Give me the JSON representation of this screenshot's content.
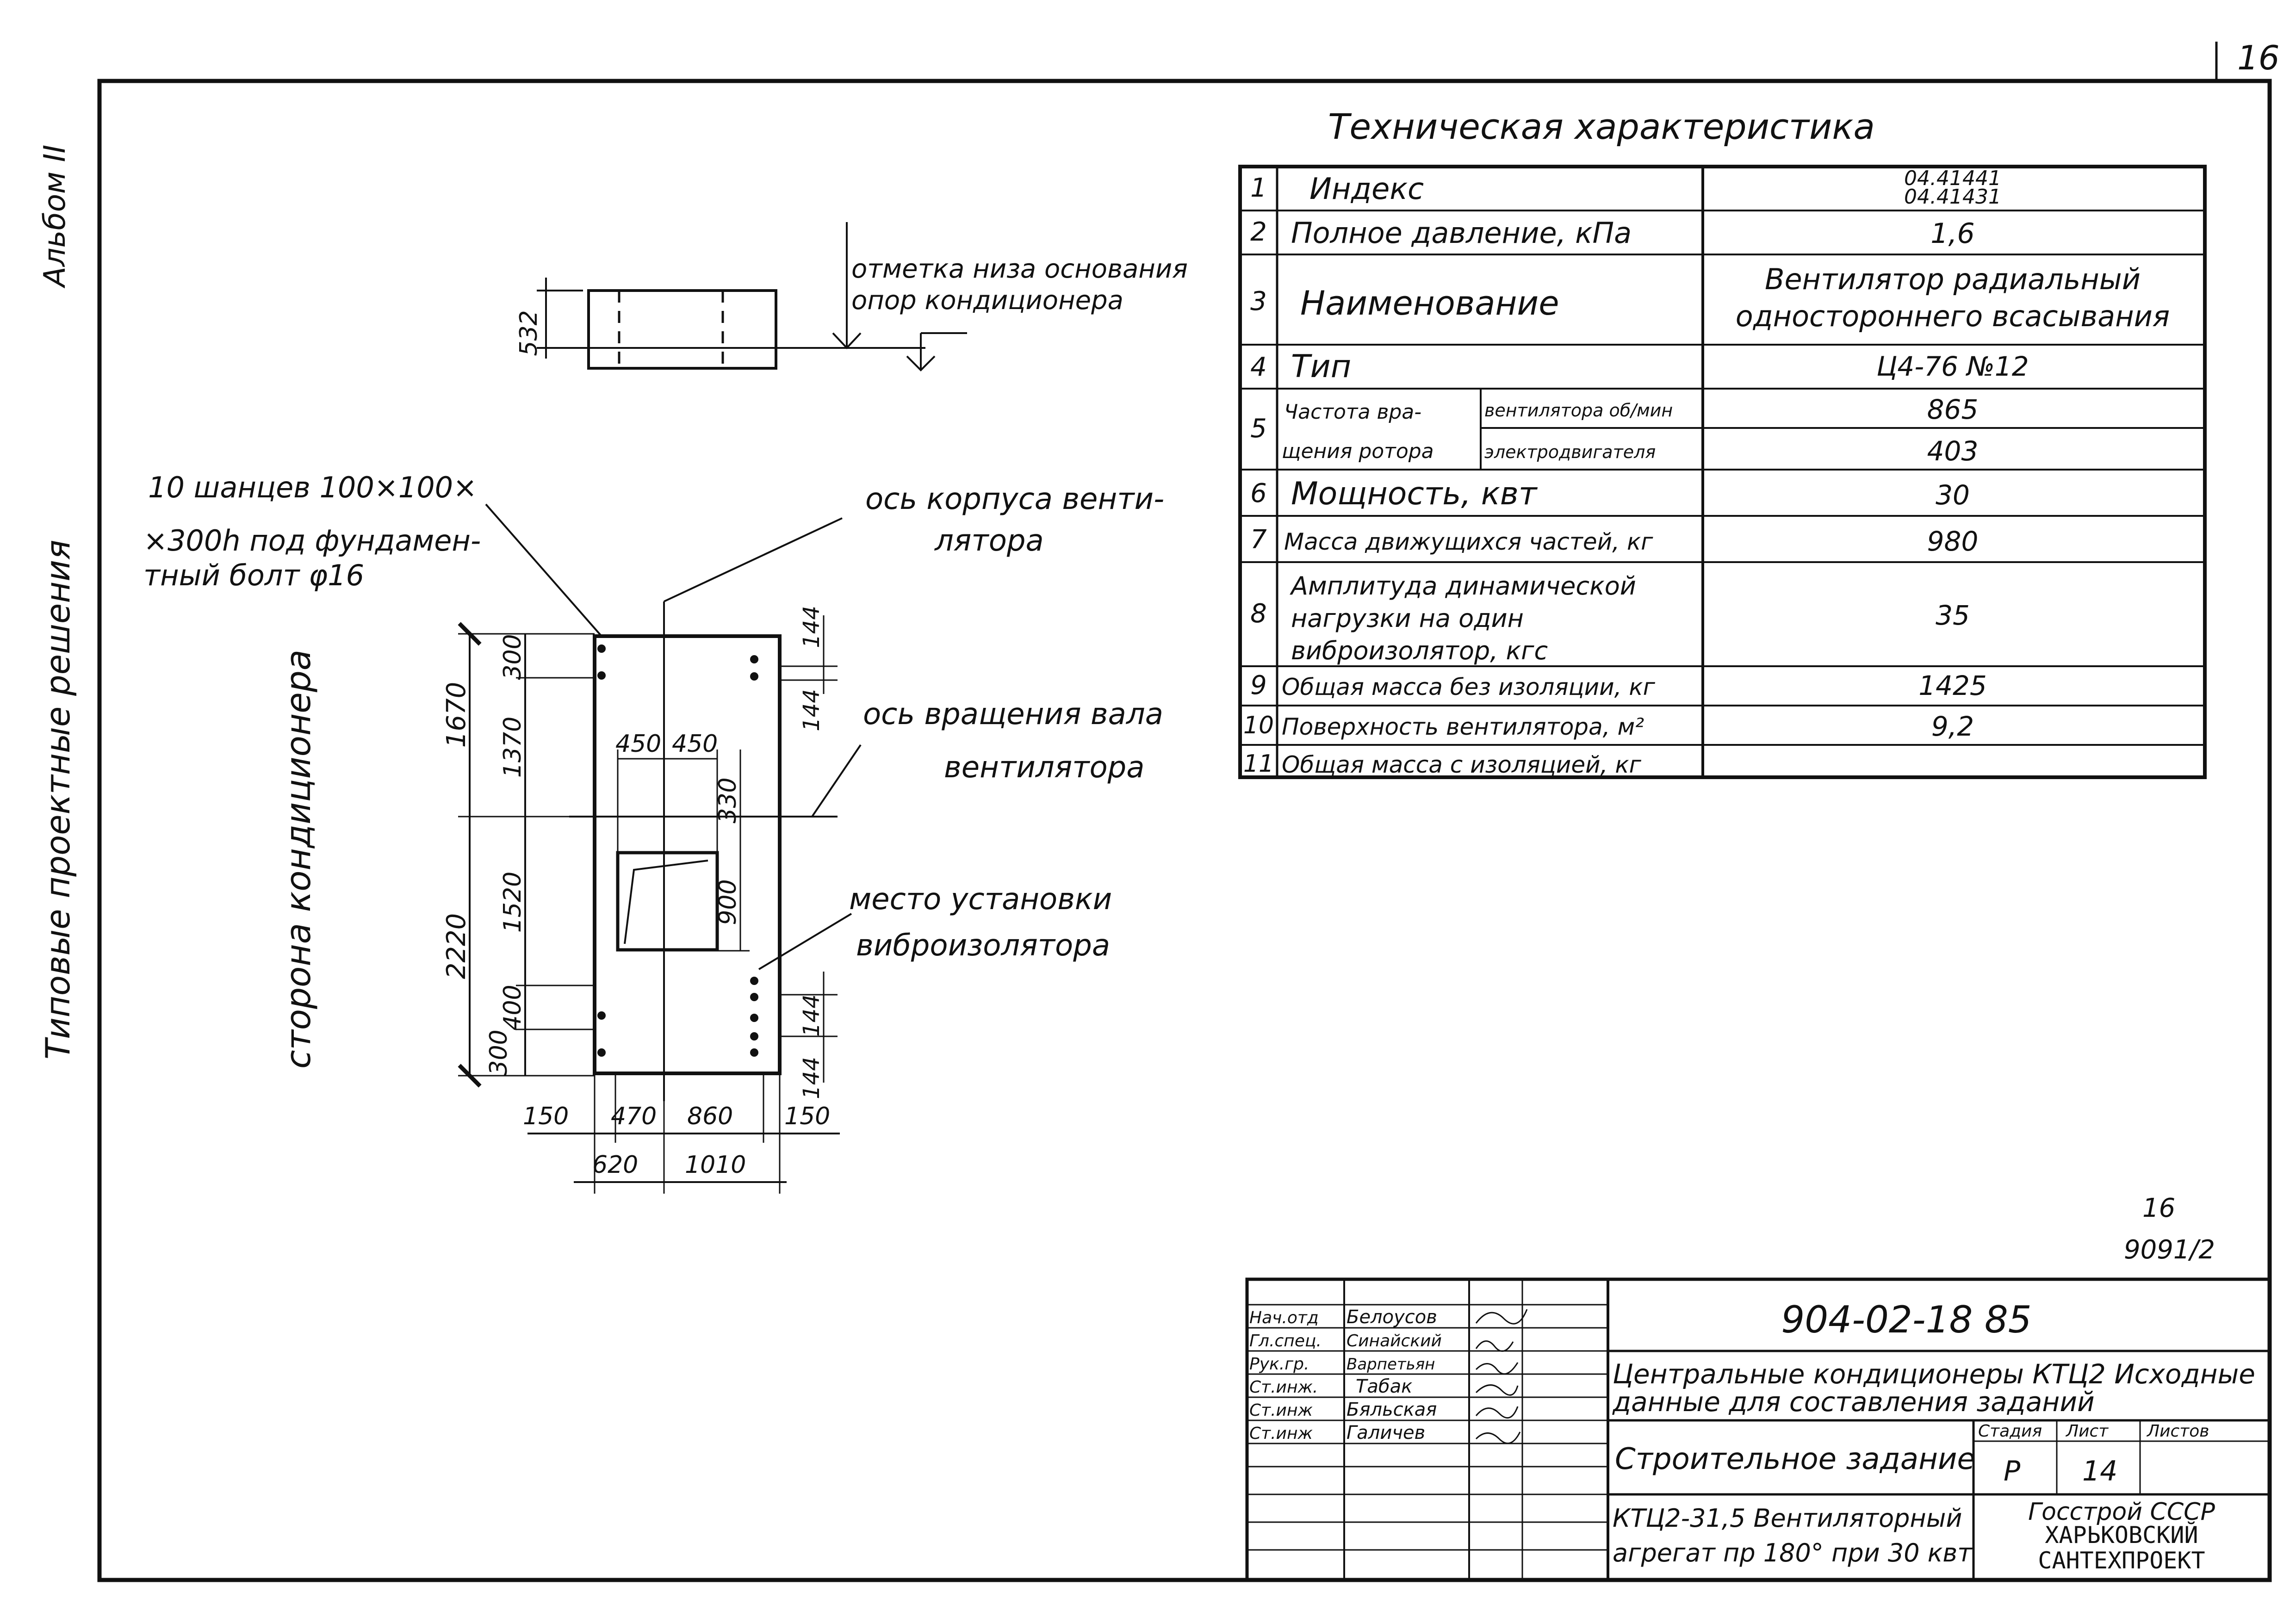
{
  "page_number": "16",
  "margin_left": {
    "album": "Альбом II",
    "series": "Типовые проектные решения"
  },
  "top_elevation": {
    "height": "532",
    "label_line1": "отметка низа основания",
    "label_line2": "опор кондиционера"
  },
  "plan": {
    "side_label": "сторона кондиционера",
    "anchor_note": [
      "10 шанцев 100×100×",
      "×300h под фундамен-",
      "тный болт φ16"
    ],
    "casing_axis": [
      "ось корпуса венти-",
      "лятора"
    ],
    "rotation_axis": [
      "ось вращения вала",
      "вентилятора"
    ],
    "isolator_place": [
      "место установки",
      "виброизолятора"
    ],
    "dims": {
      "outer_top": "1670",
      "outer_bottom": "2220",
      "d300_top": "300",
      "d1370": "1370",
      "d1520": "1520",
      "d400": "400",
      "d300_bottom": "300",
      "d450_left": "450",
      "d450_right": "450",
      "d330": "330",
      "d900": "900",
      "d144_a": "144",
      "d144_b": "144",
      "d144_c": "144",
      "d144_d": "144",
      "d150_left": "150",
      "d470": "470",
      "d860": "860",
      "d150_right": "150",
      "d620": "620",
      "d1010": "1010"
    }
  },
  "tech_table": {
    "title": "Техническая характеристика",
    "rows": [
      {
        "n": "1",
        "name": "Индекс",
        "value": "04.41441",
        "value2": "04.41431"
      },
      {
        "n": "2",
        "name": "Полное давление, кПа",
        "value": "1,6"
      },
      {
        "n": "3",
        "name": "Наименование",
        "value": "Вентилятор радиальный",
        "value2": "одностороннего всасывания"
      },
      {
        "n": "4",
        "name": "Тип",
        "value": "Ц4-76  №12"
      },
      {
        "n": "5",
        "name": "Частота вра-",
        "name2": "щения ротора",
        "sub1": "вентилятора об/мин",
        "sub2": "электродвигателя",
        "value": "865",
        "value2": "403"
      },
      {
        "n": "6",
        "name": "Мощность, квт",
        "value": "30"
      },
      {
        "n": "7",
        "name": "Масса движущихся частей, кг",
        "value": "980"
      },
      {
        "n": "8",
        "name": "Амплитуда динамической",
        "name2": "нагрузки на один",
        "name3": "виброизолятор, кгс",
        "value": "35"
      },
      {
        "n": "9",
        "name": "Общая масса без изоляции, кг",
        "value": "1425"
      },
      {
        "n": "10",
        "name": "Поверхность вентилятора, м²",
        "value": "9,2"
      },
      {
        "n": "11",
        "name": "Общая масса с изоляцией, кг",
        "value": ""
      }
    ]
  },
  "sheet_ref": {
    "top": "16",
    "bottom": "9091/2"
  },
  "title_block": {
    "doc_code": "904-02-18 85",
    "description": [
      "Центральные кондиционеры КТЦ2 Исходные",
      "данные для составления заданий"
    ],
    "task": "Строительное задание",
    "stage_header": "Стадия",
    "sheet_header": "Лист",
    "sheets_header": "Листов",
    "stage": "Р",
    "sheet": "14",
    "sheets": "",
    "unit": [
      "КТЦ2-31,5 Вентиляторный",
      "агрегат пр 180° при 30 квт"
    ],
    "org": [
      "Госстрой СССР",
      "ХАРЬКОВСКИЙ",
      "САНТЕХПРОЕКТ"
    ],
    "signers": [
      {
        "role": "Нач.отд",
        "name": "Белоусов"
      },
      {
        "role": "Гл.спец.",
        "name": "Синайский"
      },
      {
        "role": "Рук.гр.",
        "name": "Варпетьян"
      },
      {
        "role": "Ст.инж.",
        "name": "Табак"
      },
      {
        "role": "Ст.инж",
        "name": "Бяльская"
      },
      {
        "role": "Ст.инж",
        "name": "Галичев"
      }
    ]
  }
}
